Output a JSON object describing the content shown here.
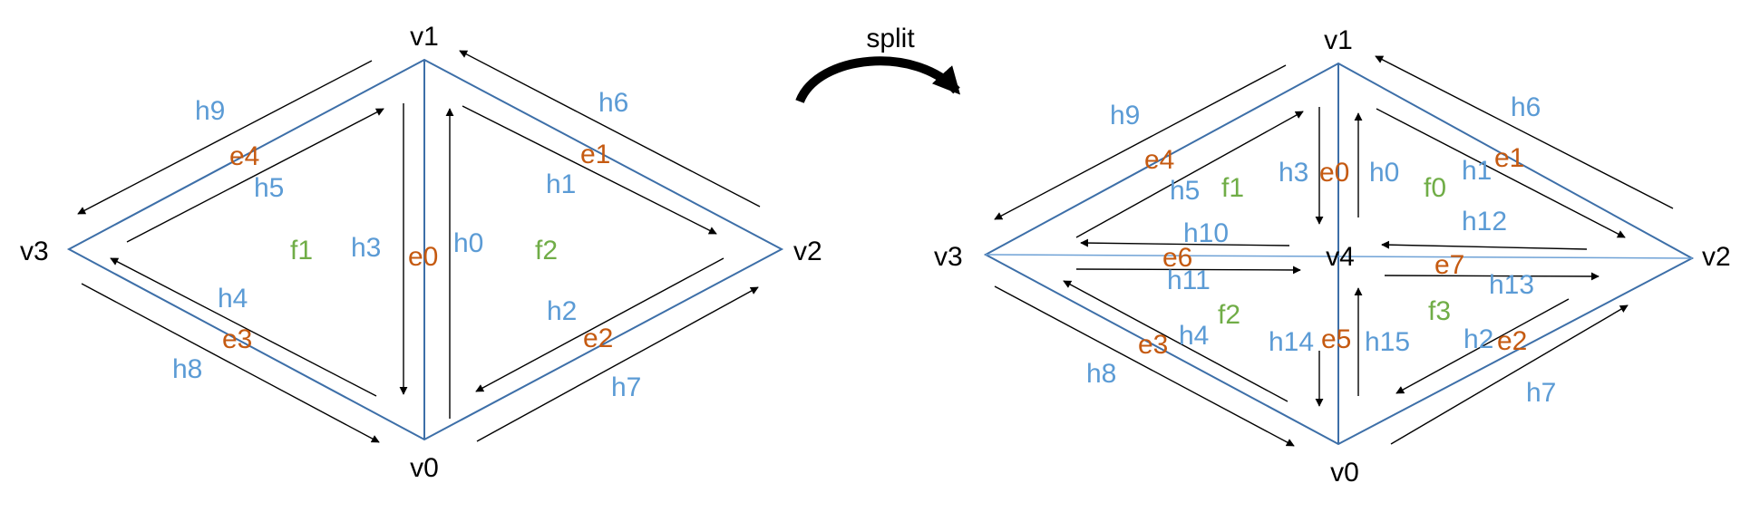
{
  "colors": {
    "edge": "#3d6fa8",
    "halfedge_label": "#5b9bd5",
    "edge_label": "#c55a11",
    "face_label": "#70ad47",
    "vertex_label": "#000000"
  },
  "operation": "split",
  "before": {
    "vertices": [
      "v0",
      "v1",
      "v2",
      "v3"
    ],
    "edges": [
      "e0",
      "e1",
      "e2",
      "e3",
      "e4"
    ],
    "faces": [
      "f1",
      "f2"
    ],
    "halfedges": [
      "h0",
      "h1",
      "h2",
      "h3",
      "h4",
      "h5",
      "h6",
      "h7",
      "h8",
      "h9"
    ]
  },
  "after": {
    "vertices": [
      "v0",
      "v1",
      "v2",
      "v3",
      "v4"
    ],
    "edges": [
      "e0",
      "e1",
      "e2",
      "e3",
      "e4",
      "e5",
      "e6",
      "e7"
    ],
    "faces": [
      "f0",
      "f1",
      "f2",
      "f3"
    ],
    "halfedges": [
      "h0",
      "h1",
      "h2",
      "h3",
      "h4",
      "h5",
      "h6",
      "h7",
      "h8",
      "h9",
      "h10",
      "h11",
      "h12",
      "h13",
      "h14",
      "h15"
    ]
  }
}
